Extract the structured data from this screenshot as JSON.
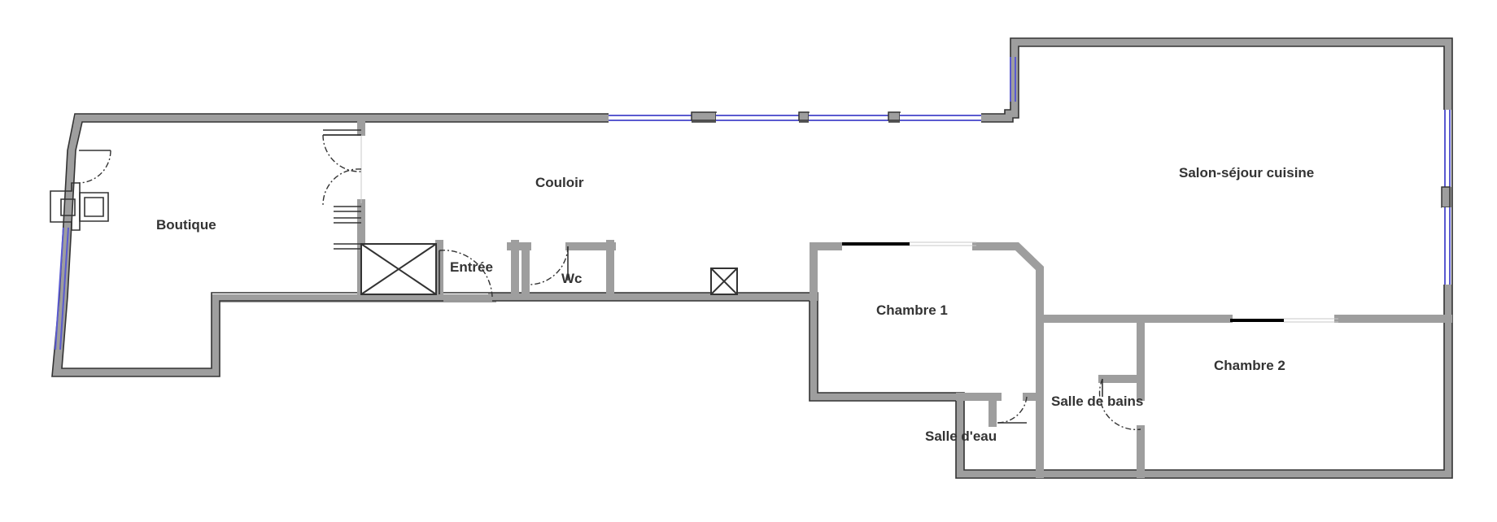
{
  "plan": {
    "rooms": [
      {
        "id": "boutique",
        "label": "Boutique"
      },
      {
        "id": "couloir",
        "label": "Couloir"
      },
      {
        "id": "entree",
        "label": "Entrée"
      },
      {
        "id": "wc",
        "label": "Wc"
      },
      {
        "id": "salon",
        "label": "Salon-séjour cuisine"
      },
      {
        "id": "chambre1",
        "label": "Chambre 1"
      },
      {
        "id": "chambre2",
        "label": "Chambre 2"
      },
      {
        "id": "salle-de-bains",
        "label": "Salle de bains"
      },
      {
        "id": "salle-d-eau",
        "label": "Salle d'eau"
      }
    ],
    "colors": {
      "wall_fill": "#9e9e9e",
      "wall_outline": "#333333",
      "window": "#5a5ad0",
      "label": "#333333",
      "background": "#ffffff"
    }
  }
}
